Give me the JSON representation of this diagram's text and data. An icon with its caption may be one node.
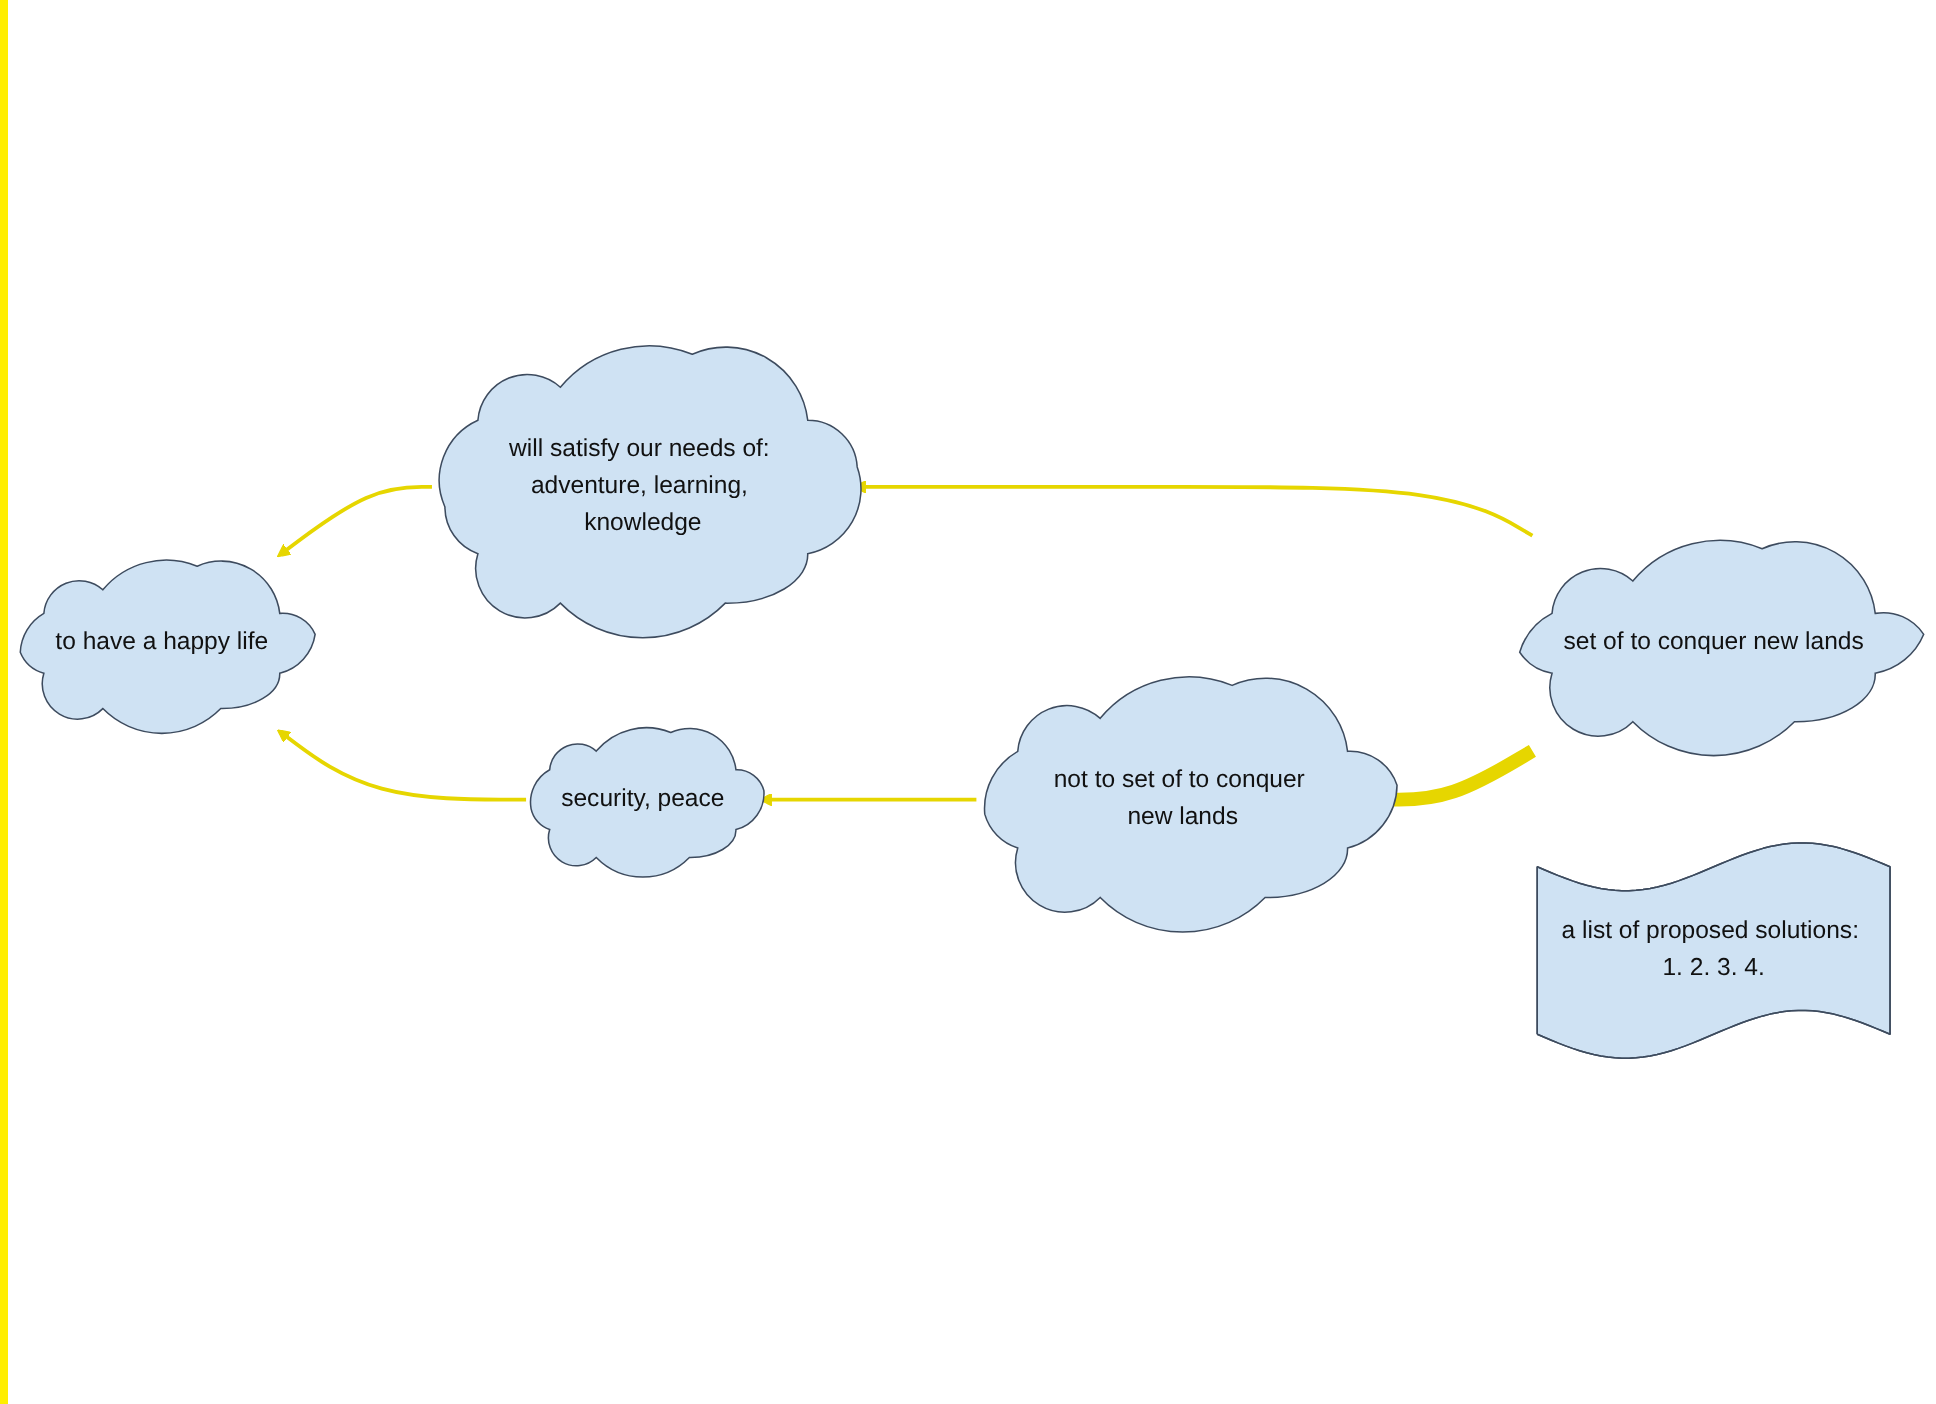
{
  "diagram": {
    "nodes": [
      {
        "text": [
          "will satisfy our needs of: adventure, learning, knowledge"
        ]
      },
      {
        "text": [
          "set of to conquer new lands"
        ]
      },
      {
        "text": [
          "to have a happy life"
        ]
      },
      {
        "text": [
          "not to set of to conquer new lands"
        ]
      },
      {
        "text": [
          "security, peace"
        ]
      },
      {
        "text": [
          "a list of proposed solutions: 1. 2. 3. 4."
        ]
      }
    ],
    "edges": [
      {
        "from": 1,
        "to": 0,
        "arrow": "to"
      },
      {
        "from": 0,
        "to": 2,
        "arrow": "to"
      },
      {
        "from": 1,
        "to": 3,
        "arrow": "none",
        "style": "thick"
      },
      {
        "from": 3,
        "to": 4,
        "arrow": "to"
      },
      {
        "from": 4,
        "to": 2,
        "arrow": "to"
      }
    ]
  }
}
